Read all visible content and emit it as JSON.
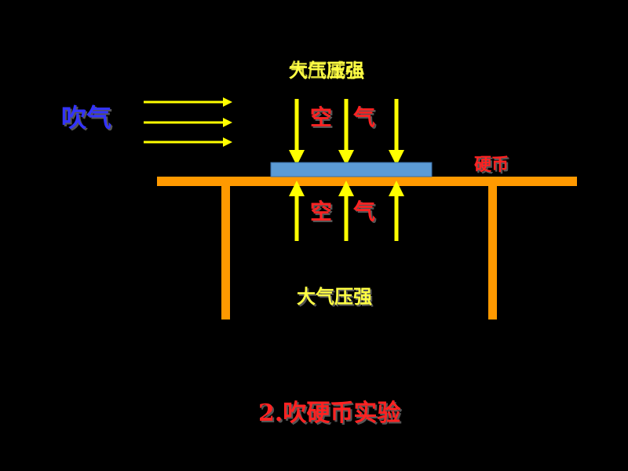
{
  "colors": {
    "background": "#000000",
    "table": "#ff9900",
    "arrow": "#ffff00",
    "coin": "#5b9bd5",
    "blow_label": "#3333ff",
    "red_label": "#ff2222",
    "yellow_label": "#ffff44"
  },
  "labels": {
    "top_overlap_a": "大气压强",
    "top_overlap_b": "气压减小",
    "blow": "吹气",
    "air_top_left": "空",
    "air_top_right": "气",
    "air_bottom_left": "空",
    "air_bottom_right": "气",
    "coin": "硬币",
    "atm_pressure": "大气压强",
    "title": "2.吹硬币实验"
  },
  "icons": {
    "blow_arrow": "right-arrow-icon",
    "air_down_arrow": "down-arrow-icon",
    "air_up_arrow": "up-arrow-icon"
  }
}
